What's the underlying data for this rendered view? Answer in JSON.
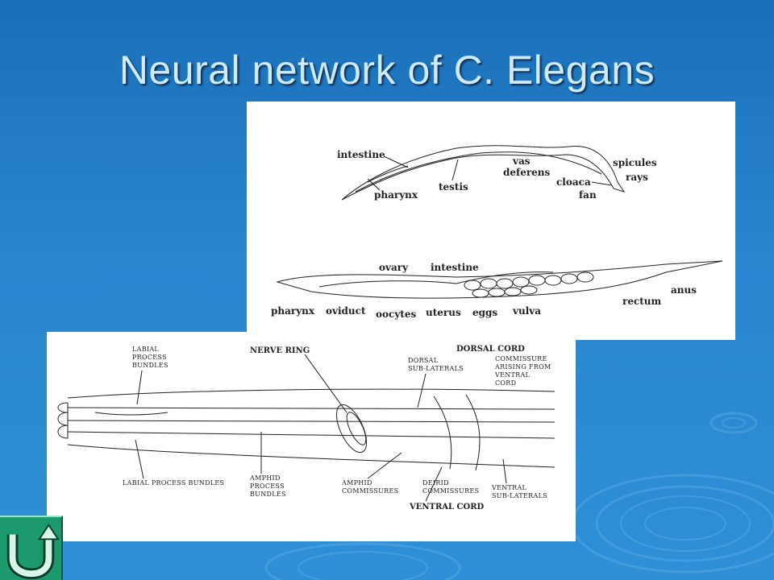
{
  "slide": {
    "title": "Neural network of C. Elegans"
  },
  "anatomy_diagram": {
    "male_labels": {
      "intestine": "intestine",
      "pharynx": "pharynx",
      "testis": "testis",
      "vas": "vas",
      "deferens": "deferens",
      "cloaca": "cloaca",
      "spicules": "spicules",
      "rays": "rays",
      "fan": "fan"
    },
    "hermaphrodite_labels": {
      "ovary": "ovary",
      "intestine": "intestine",
      "pharynx": "pharynx",
      "oviduct": "oviduct",
      "oocytes": "oocytes",
      "uterus": "uterus",
      "eggs": "eggs",
      "vulva": "vulva",
      "anus": "anus",
      "rectum": "rectum"
    }
  },
  "neural_diagram": {
    "labels": {
      "labial_top_1": "LABIAL",
      "labial_top_2": "PROCESS",
      "labial_top_3": "BUNDLES",
      "nerve_ring": "NERVE RING",
      "dorsal_cord": "DORSAL CORD",
      "dorsal_sub_1": "DORSAL",
      "dorsal_sub_2": "SUB-LATERALS",
      "commissure_1": "COMMISSURE",
      "commissure_2": "ARISING FROM",
      "commissure_3": "VENTRAL",
      "commissure_4": "CORD",
      "labial_bottom": "LABIAL PROCESS BUNDLES",
      "amphid_proc_1": "AMPHID",
      "amphid_proc_2": "PROCESS",
      "amphid_proc_3": "BUNDLES",
      "amphid_comm_1": "AMPHID",
      "amphid_comm_2": "COMMISSURES",
      "deirid_1": "DEIRID",
      "deirid_2": "COMMISSURES",
      "ventral_cord": "VENTRAL CORD",
      "ventral_sub_1": "VENTRAL",
      "ventral_sub_2": "SUB-LATERALS"
    }
  },
  "nav": {
    "return_icon": "u-turn-arrow-icon"
  },
  "colors": {
    "background": "#2a86cf",
    "title": "#cfeaf6",
    "return_button": "#1c9a6e"
  }
}
